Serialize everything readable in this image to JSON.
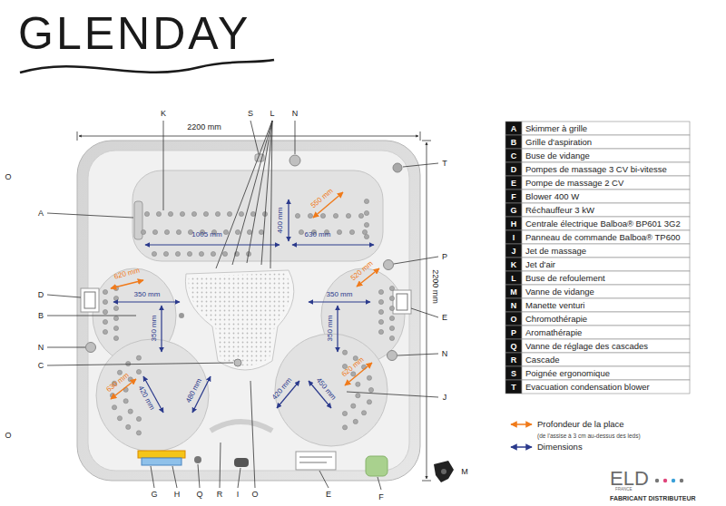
{
  "diagram": {
    "title": "GLENDAY",
    "labels": [
      "K",
      "S",
      "L",
      "N",
      "O",
      "A",
      "D",
      "B",
      "N",
      "C",
      "O",
      "T",
      "P",
      "E",
      "N",
      "J",
      "G",
      "H",
      "Q",
      "R",
      "I",
      "O",
      "E",
      "F",
      "M",
      "2200 mm",
      "2200 mm",
      "1005 mm",
      "400 mm",
      "630 mm",
      "550 mm",
      "620 mm",
      "350 mm",
      "350 mm",
      "520 mm",
      "350 mm",
      "350 mm",
      "630 mm",
      "420 mm",
      "480 mm",
      "420 mm",
      "450 mm",
      "620 mm",
      "A",
      "Skimmer à grille",
      "B",
      "Grille d'aspiration",
      "C",
      "Buse de vidange",
      "D",
      "Pompes de massage 3 CV bi-vitesse",
      "E",
      "Pompe de massage 2 CV",
      "F",
      "Blower 400 W",
      "G",
      "Réchauffeur 3 kW",
      "H",
      "Centrale électrique Balboa® BP601 3G2",
      "I",
      "Panneau de commande Balboa® TP600",
      "J",
      "Jet de massage",
      "K",
      "Jet d'air",
      "L",
      "Buse de refoulement",
      "M",
      "Vanne de vidange",
      "N",
      "Manette venturi",
      "O",
      "Chromothérapie",
      "P",
      "Aromathérapie",
      "Q",
      "Vanne de réglage des cascades",
      "R",
      "Cascade",
      "S",
      "Poignée ergonomique",
      "T",
      "Evacuation condensation blower",
      "(de l'assise à 3 cm au-dessus des leds)",
      "ELD",
      "FRANCE",
      "FABRICANT DISTRIBUTEUR"
    ],
    "legend": [
      {
        "text": "Profondeur de la place"
      },
      {
        "text": "Dimensions"
      }
    ]
  }
}
